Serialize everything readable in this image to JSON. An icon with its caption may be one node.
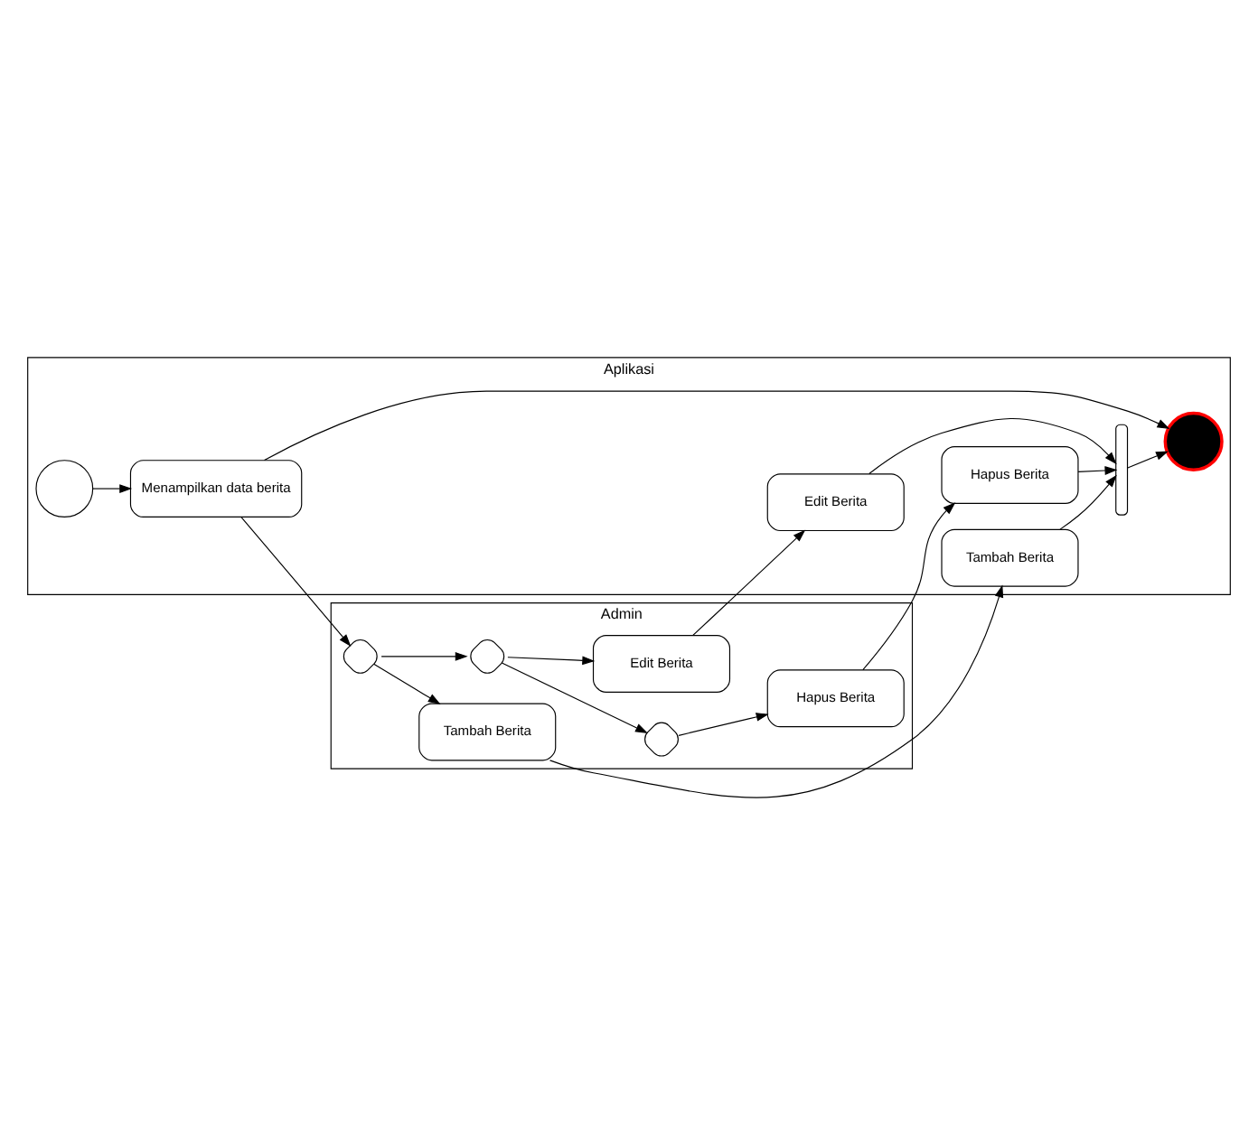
{
  "diagram": {
    "nodes": [
      {
        "text": [
          "Admin"
        ]
      },
      {
        "text": [
          "Aplikasi"
        ]
      },
      {
        "text": [],
        "shape": "circle",
        "in": 1
      },
      {
        "text": [
          "Menampilkan data berita"
        ],
        "in": 1
      },
      {
        "text": [],
        "shape": "diamond",
        "in": 0
      },
      {
        "text": [
          "Tambah Berita"
        ],
        "in": 0
      },
      {
        "text": [],
        "shape": "diamond",
        "in": 0
      },
      {
        "text": [
          "Edit Berita"
        ],
        "in": 0
      },
      {
        "text": [],
        "shape": "diamond",
        "in": 0
      },
      {
        "text": [
          "Hapus Berita"
        ],
        "in": 0
      },
      {
        "text": [
          "Tambah Berita"
        ],
        "in": 1
      },
      {
        "text": [
          "Edit Berita"
        ],
        "in": 1
      },
      {
        "text": [
          "Hapus Berita"
        ],
        "in": 1
      },
      {
        "text": [],
        "shape": "bar",
        "in": 1
      },
      {
        "text": [],
        "shape": "circle",
        "in": 1
      }
    ],
    "edges": [
      {
        "from": 2,
        "to": 3,
        "arrow": "to"
      },
      {
        "from": 3,
        "to": 4,
        "arrow": "to"
      },
      {
        "from": 4,
        "to": 5,
        "arrow": "to"
      },
      {
        "from": 4,
        "to": 6,
        "arrow": "to"
      },
      {
        "from": 6,
        "to": 7,
        "arrow": "to"
      },
      {
        "from": 6,
        "to": 8,
        "arrow": "to"
      },
      {
        "from": 8,
        "to": 9,
        "arrow": "to"
      },
      {
        "from": 5,
        "to": 10,
        "arrow": "to"
      },
      {
        "from": 7,
        "to": 11,
        "arrow": "to"
      },
      {
        "from": 9,
        "to": 12,
        "arrow": "to"
      },
      {
        "from": 10,
        "to": 13,
        "arrow": "to"
      },
      {
        "from": 11,
        "to": 13,
        "arrow": "to"
      },
      {
        "from": 12,
        "to": 13,
        "arrow": "to"
      },
      {
        "from": 3,
        "to": 14,
        "arrow": "to"
      },
      {
        "from": 13,
        "to": 14,
        "arrow": "to"
      }
    ]
  }
}
